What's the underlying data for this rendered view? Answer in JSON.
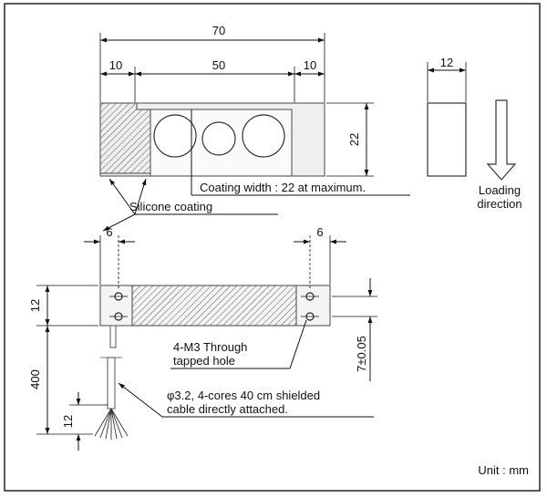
{
  "dimensions": {
    "total_length": "70",
    "left_margin": "10",
    "center_span": "50",
    "right_margin": "10",
    "height": "22",
    "thickness": "12",
    "hole_offset_left": "6",
    "hole_offset_right": "6",
    "side_height": "12",
    "cable_length": "400",
    "strand_length": "12",
    "hole_pitch": "7±0.05"
  },
  "labels": {
    "coating_width": "Coating width : 22 at maximum.",
    "silicone_coating": "Silicone coating",
    "loading_direction_line1": "Loading",
    "loading_direction_line2": "direction",
    "holes_line1": "4-M3 Through",
    "holes_line2": "tapped hole",
    "cable_line1": "φ3.2, 4-cores 40 cm shielded",
    "cable_line2": "cable directly attached.",
    "unit": "Unit : mm"
  }
}
